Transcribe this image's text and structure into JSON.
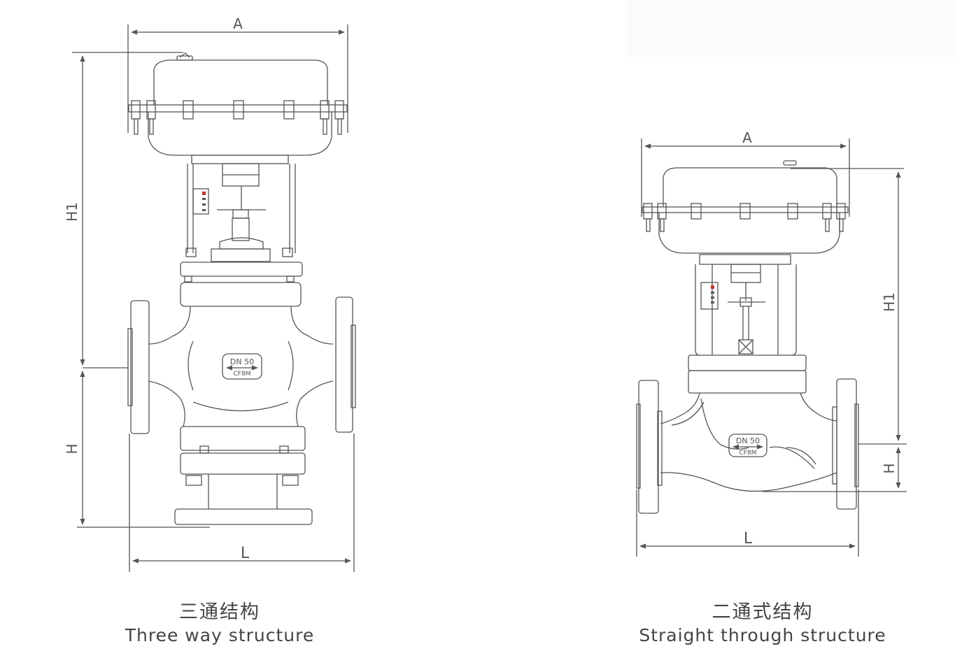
{
  "figures": {
    "three_way": {
      "label_cn": "三通结构",
      "label_en": "Three way structure",
      "dims": {
        "a": "A",
        "h1": "H1",
        "h": "H",
        "l": "L"
      },
      "plate": {
        "size": "DN 50",
        "material": "CF8M"
      }
    },
    "straight": {
      "label_cn": "二通式结构",
      "label_en": "Straight through structure",
      "dims": {
        "a": "A",
        "h1": "H1",
        "h": "H",
        "l": "L"
      },
      "plate": {
        "size": "DN 50",
        "material": "CF8M"
      }
    }
  },
  "colors": {
    "line": "#555555",
    "accent": "#c0392b",
    "caption": "#444444"
  }
}
